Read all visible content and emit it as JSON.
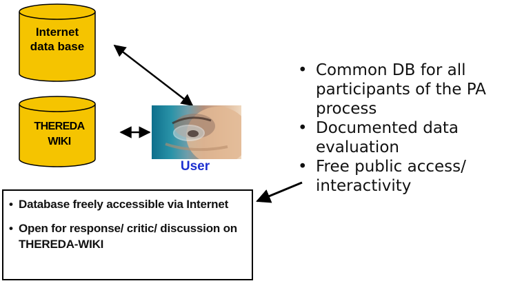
{
  "databases": {
    "internet": {
      "line1": "Internet",
      "line2": "data base"
    },
    "thereda": {
      "line1": "THEREDA",
      "line2": "WIKI"
    }
  },
  "user": {
    "label": "User"
  },
  "bullets": [
    "Common DB for all participants of the PA process",
    "Documented data evaluation",
    "Free public access/ interactivity"
  ],
  "infobox": {
    "items": [
      "Database freely accessible via Internet",
      "Open for response/ critic/ discussion on THEREDA-WIKI"
    ]
  },
  "colors": {
    "cylinder_fill": "#f5c400",
    "cylinder_stroke": "#000000",
    "user_label": "#1c2fd0"
  }
}
